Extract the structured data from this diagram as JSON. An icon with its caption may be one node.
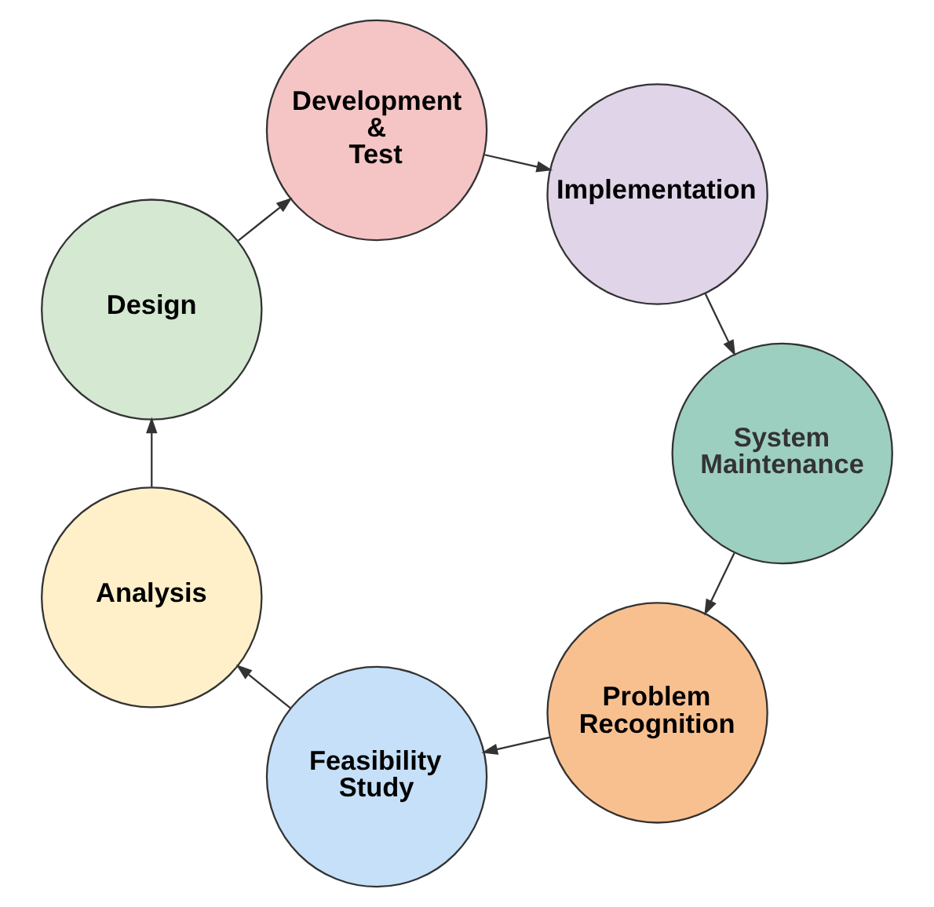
{
  "diagram": {
    "nodes": [
      {
        "text": [
          "Problem Recognition"
        ]
      },
      {
        "text": [
          "Feasibility Study"
        ]
      },
      {
        "text": [
          "Analysis"
        ]
      },
      {
        "text": [
          "Design"
        ]
      },
      {
        "text": [
          "Development & Test"
        ]
      },
      {
        "text": [
          "Implementation"
        ]
      },
      {
        "text": [
          "System Maintenance"
        ]
      }
    ],
    "edges": [
      {
        "from": 0,
        "to": 1,
        "arrow": "to"
      },
      {
        "from": 1,
        "to": 2,
        "arrow": "to"
      },
      {
        "from": 2,
        "to": 3,
        "arrow": "to"
      },
      {
        "from": 3,
        "to": 4,
        "arrow": "to"
      },
      {
        "from": 4,
        "to": 5,
        "arrow": "to"
      },
      {
        "from": 5,
        "to": 6,
        "arrow": "to"
      },
      {
        "from": 6,
        "to": 0,
        "arrow": "to"
      }
    ]
  }
}
